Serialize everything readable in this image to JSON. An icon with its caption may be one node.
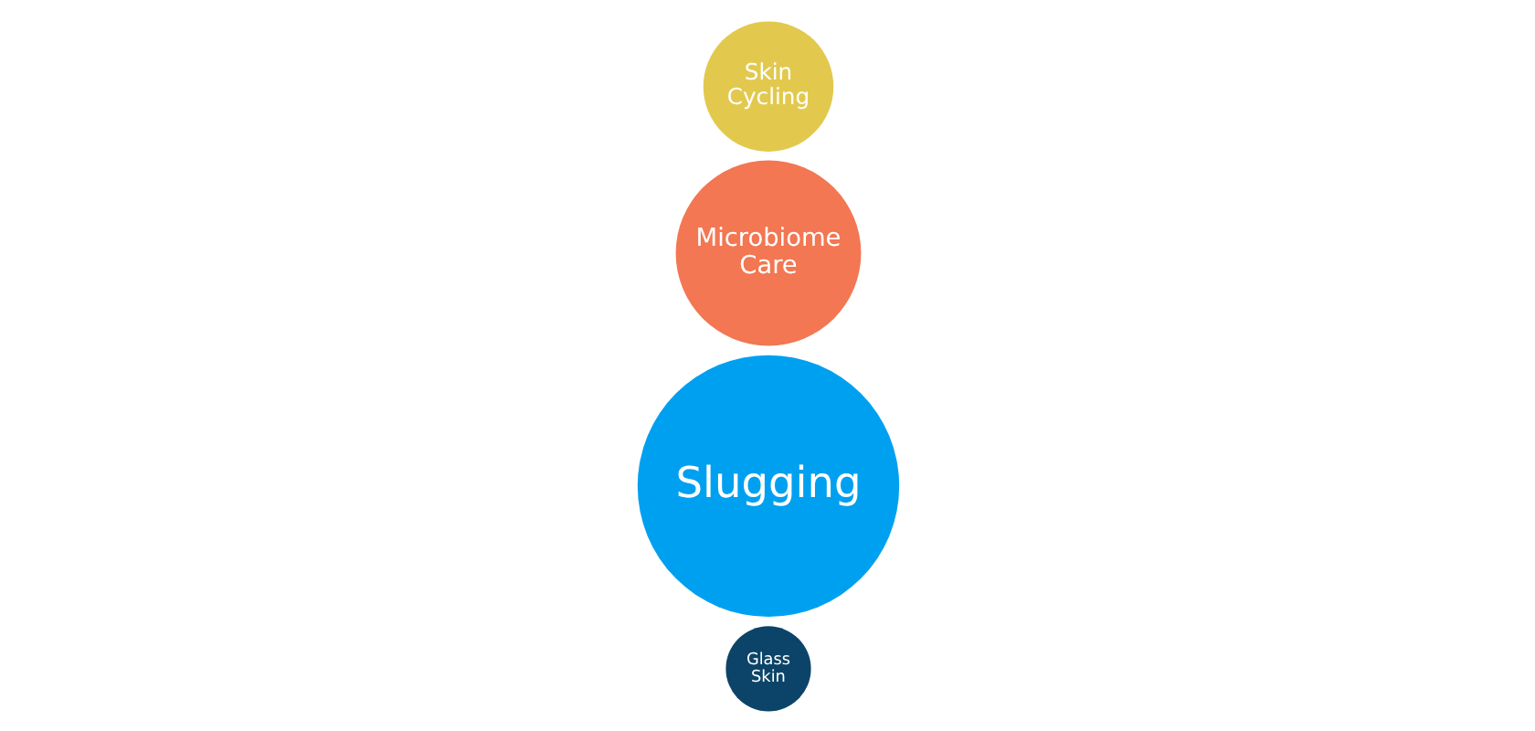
{
  "diagram": {
    "nodes": [
      {
        "text": [
          "Glass Skin"
        ]
      },
      {
        "text": [
          "Slugging"
        ]
      },
      {
        "text": [
          "Microbiome Care"
        ]
      },
      {
        "text": [
          "Skin Cycling"
        ]
      }
    ]
  }
}
